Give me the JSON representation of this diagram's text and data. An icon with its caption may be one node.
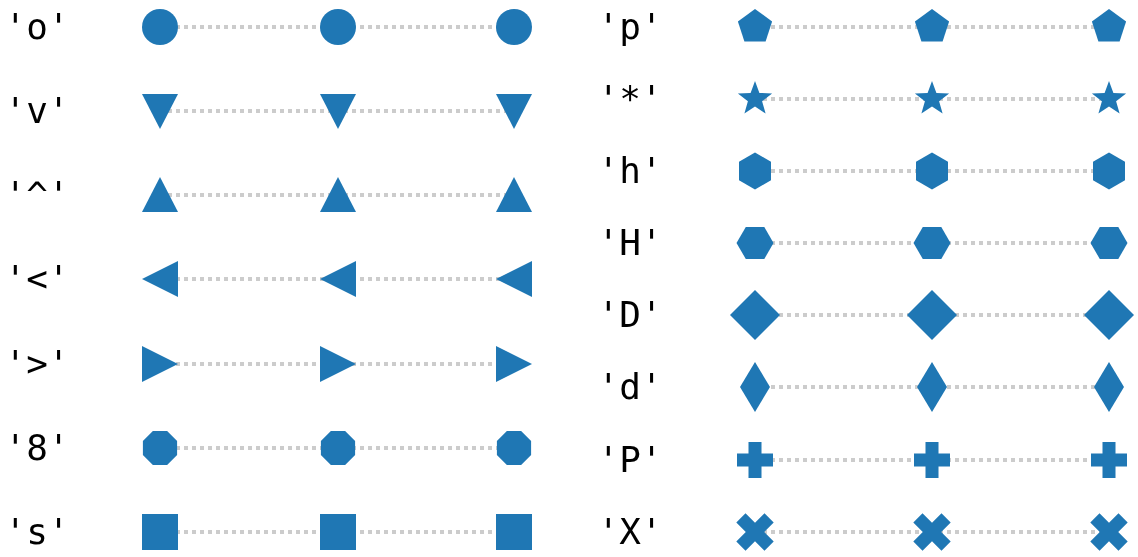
{
  "diagram": {
    "labels": [
      "'o'",
      "'v'",
      "'^'",
      "'<'",
      "'>'",
      "'8'",
      "'s'",
      "'p'",
      "'*'",
      "'h'",
      "'H'",
      "'D'",
      "'d'",
      "'P'",
      "'X'"
    ]
  }
}
